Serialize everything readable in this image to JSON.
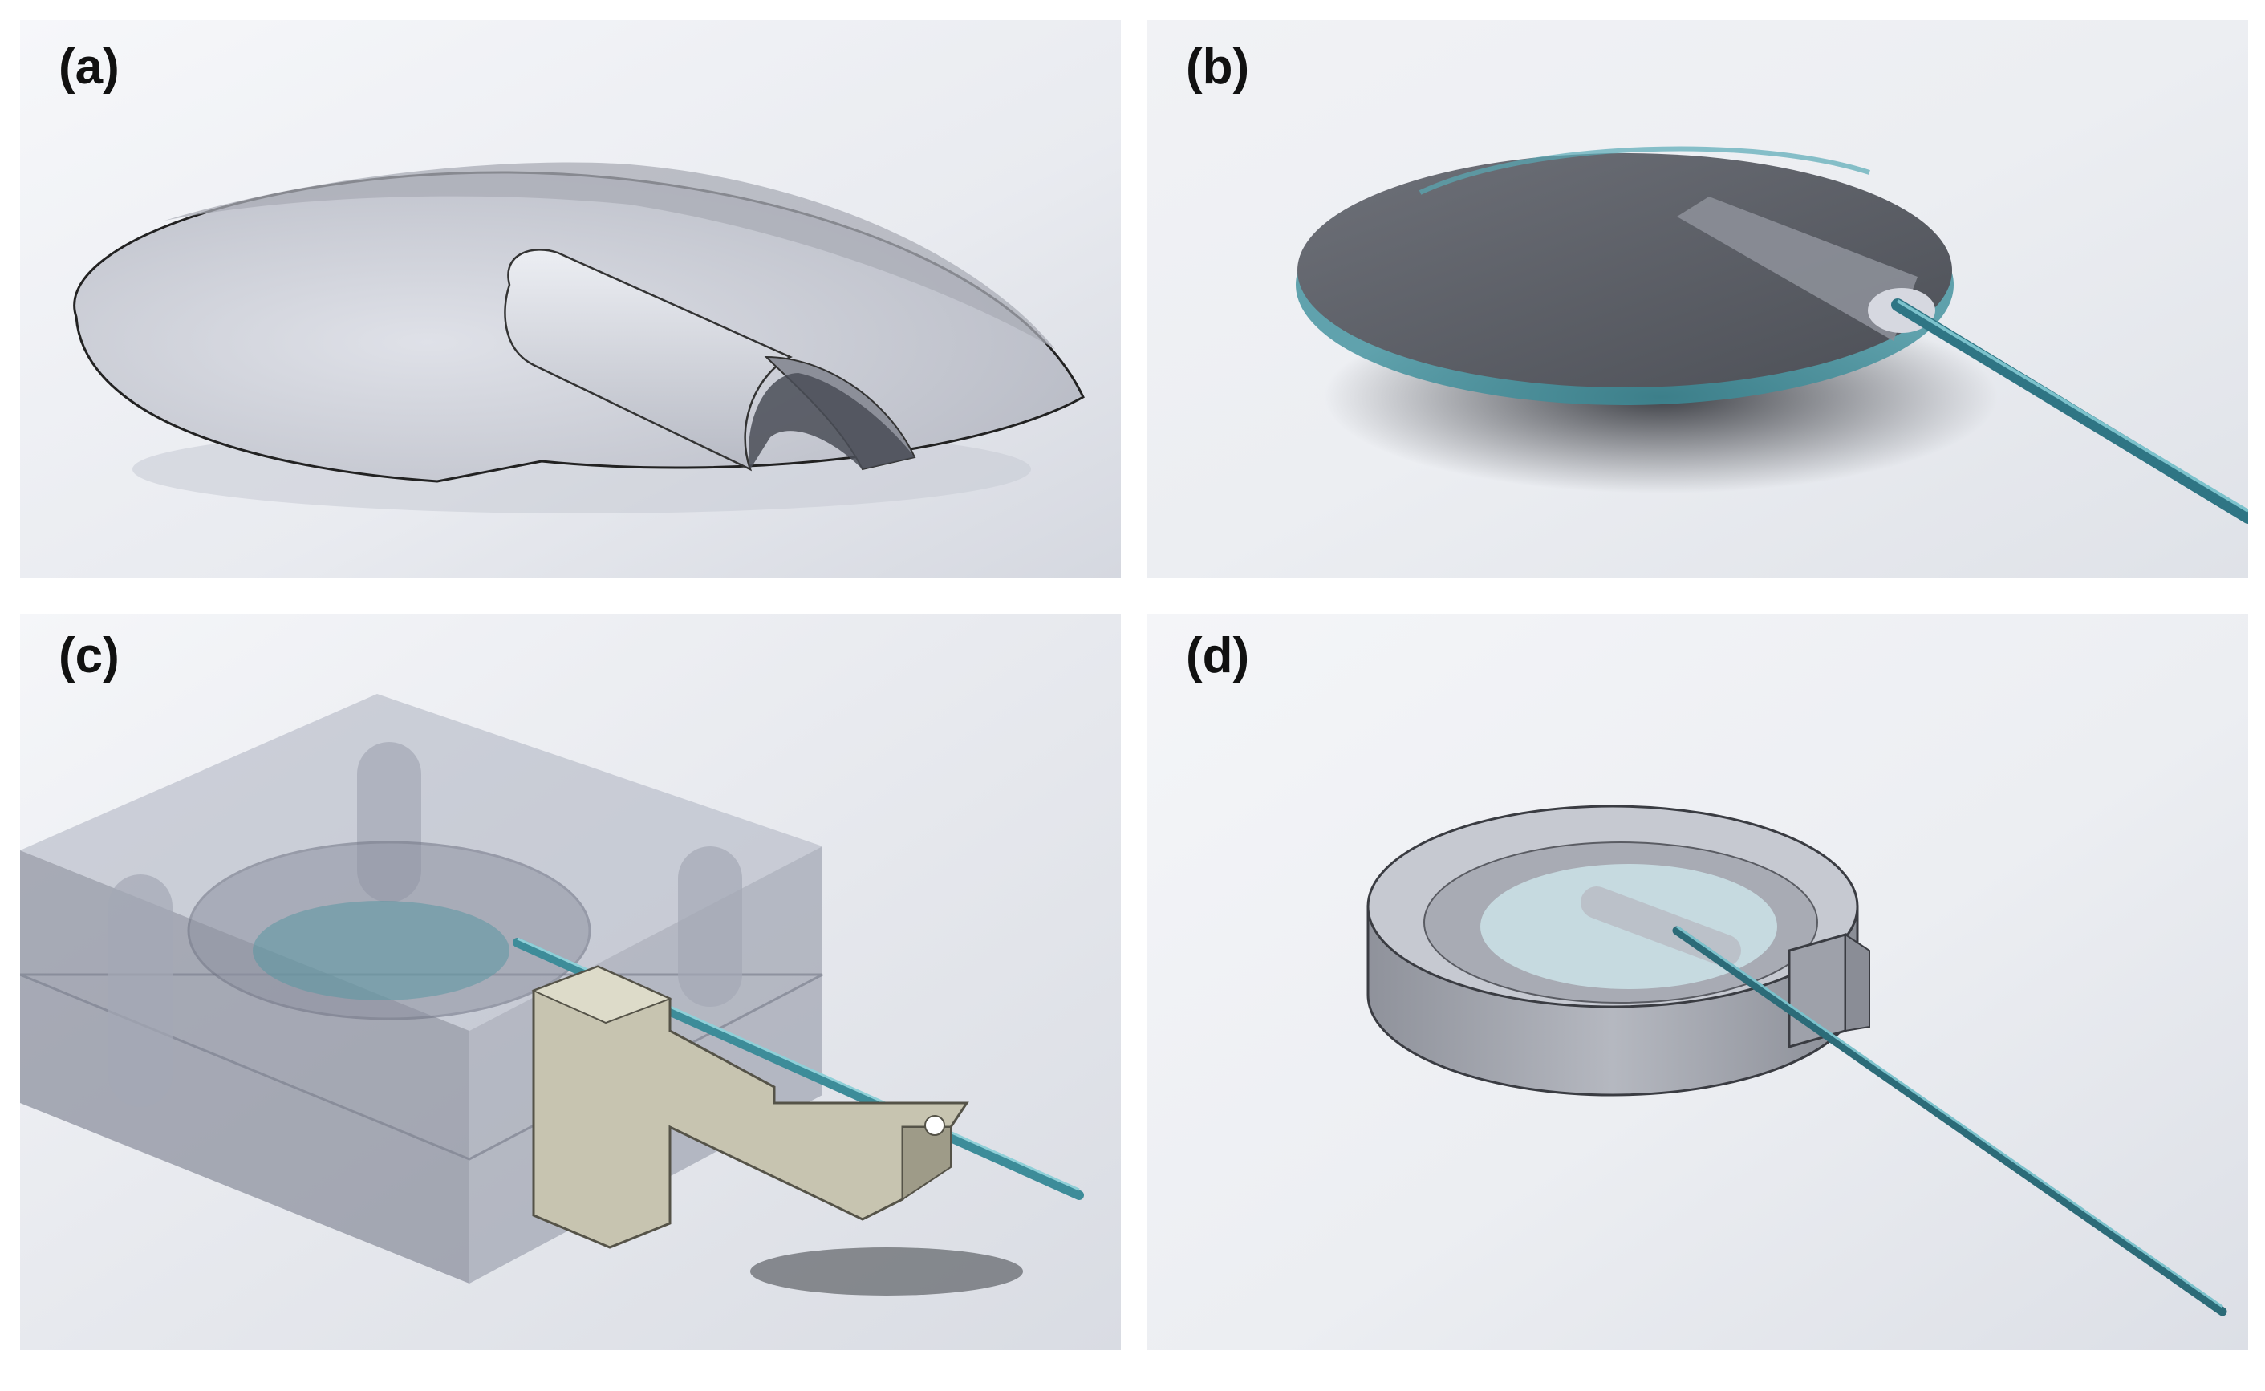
{
  "figure": {
    "panels": [
      {
        "id": "a",
        "label": "(a)",
        "depicts": "dome-shell-with-channel-cutout"
      },
      {
        "id": "b",
        "label": "(b)",
        "depicts": "lens-disc-with-fiber"
      },
      {
        "id": "c",
        "label": "(c)",
        "depicts": "transparent-housing-block-with-bracket-and-fiber"
      },
      {
        "id": "d",
        "label": "(d)",
        "depicts": "cylindrical-cup-with-fiber"
      }
    ],
    "colors": {
      "background_light": "#f3f4f7",
      "background_shade": "#c9ccd6",
      "shell_grey": "#c8cbd4",
      "dark_disc": "#5c5f66",
      "fiber_teal": "#3f8f9e",
      "bracket_beige": "#c9c6b2",
      "glass_block": "#9ea3b3"
    }
  }
}
